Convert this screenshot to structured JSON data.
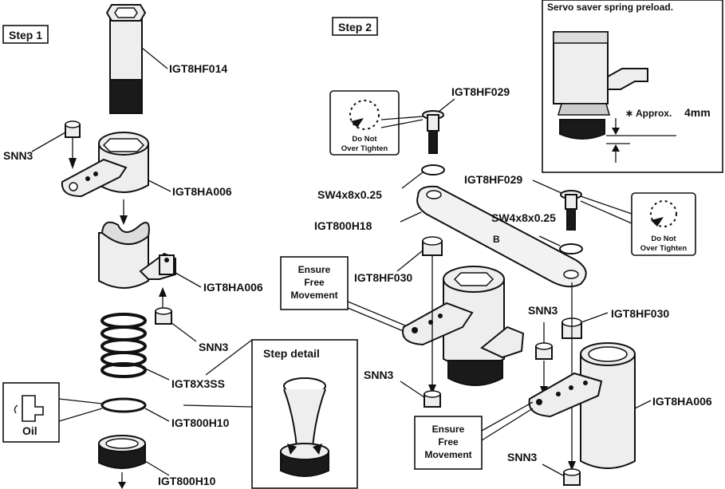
{
  "steps": {
    "step1": "Step 1",
    "step2": "Step 2",
    "detail": "Step detail"
  },
  "note": {
    "title": "Servo saver spring preload.",
    "approx_prefix": "∗ Approx.",
    "approx_value": "4mm"
  },
  "callouts": {
    "do_not_line1": "Do Not",
    "do_not_line2": "Over Tighten",
    "ensure_line1": "Ensure",
    "ensure_line2": "Free",
    "ensure_line3": "Movement",
    "oil": "Oil"
  },
  "labels": {
    "igt8hf014": "IGT8HF014",
    "snn3_a": "SNN3",
    "igt8ha006_a": "IGT8HA006",
    "igt8ha006_b": "IGT8HA006",
    "snn3_b": "SNN3",
    "igt8x3ss": "IGT8X3SS",
    "igt800h10_a": "IGT800H10",
    "igt800h10_b": "IGT800H10",
    "igt8hf029_a": "IGT8HF029",
    "sw_a": "SW4x8x0.25",
    "igt800h18": "IGT800H18",
    "igt8hf030_a": "IGT8HF030",
    "igt8hf029_b": "IGT8HF029",
    "sw_b": "SW4x8x0.25",
    "snn3_c": "SNN3",
    "igt8hf030_b": "IGT8HF030",
    "snn3_d": "SNN3",
    "igt8ha006_c": "IGT8HA006",
    "snn3_e": "SNN3",
    "arm_letter": "B"
  }
}
